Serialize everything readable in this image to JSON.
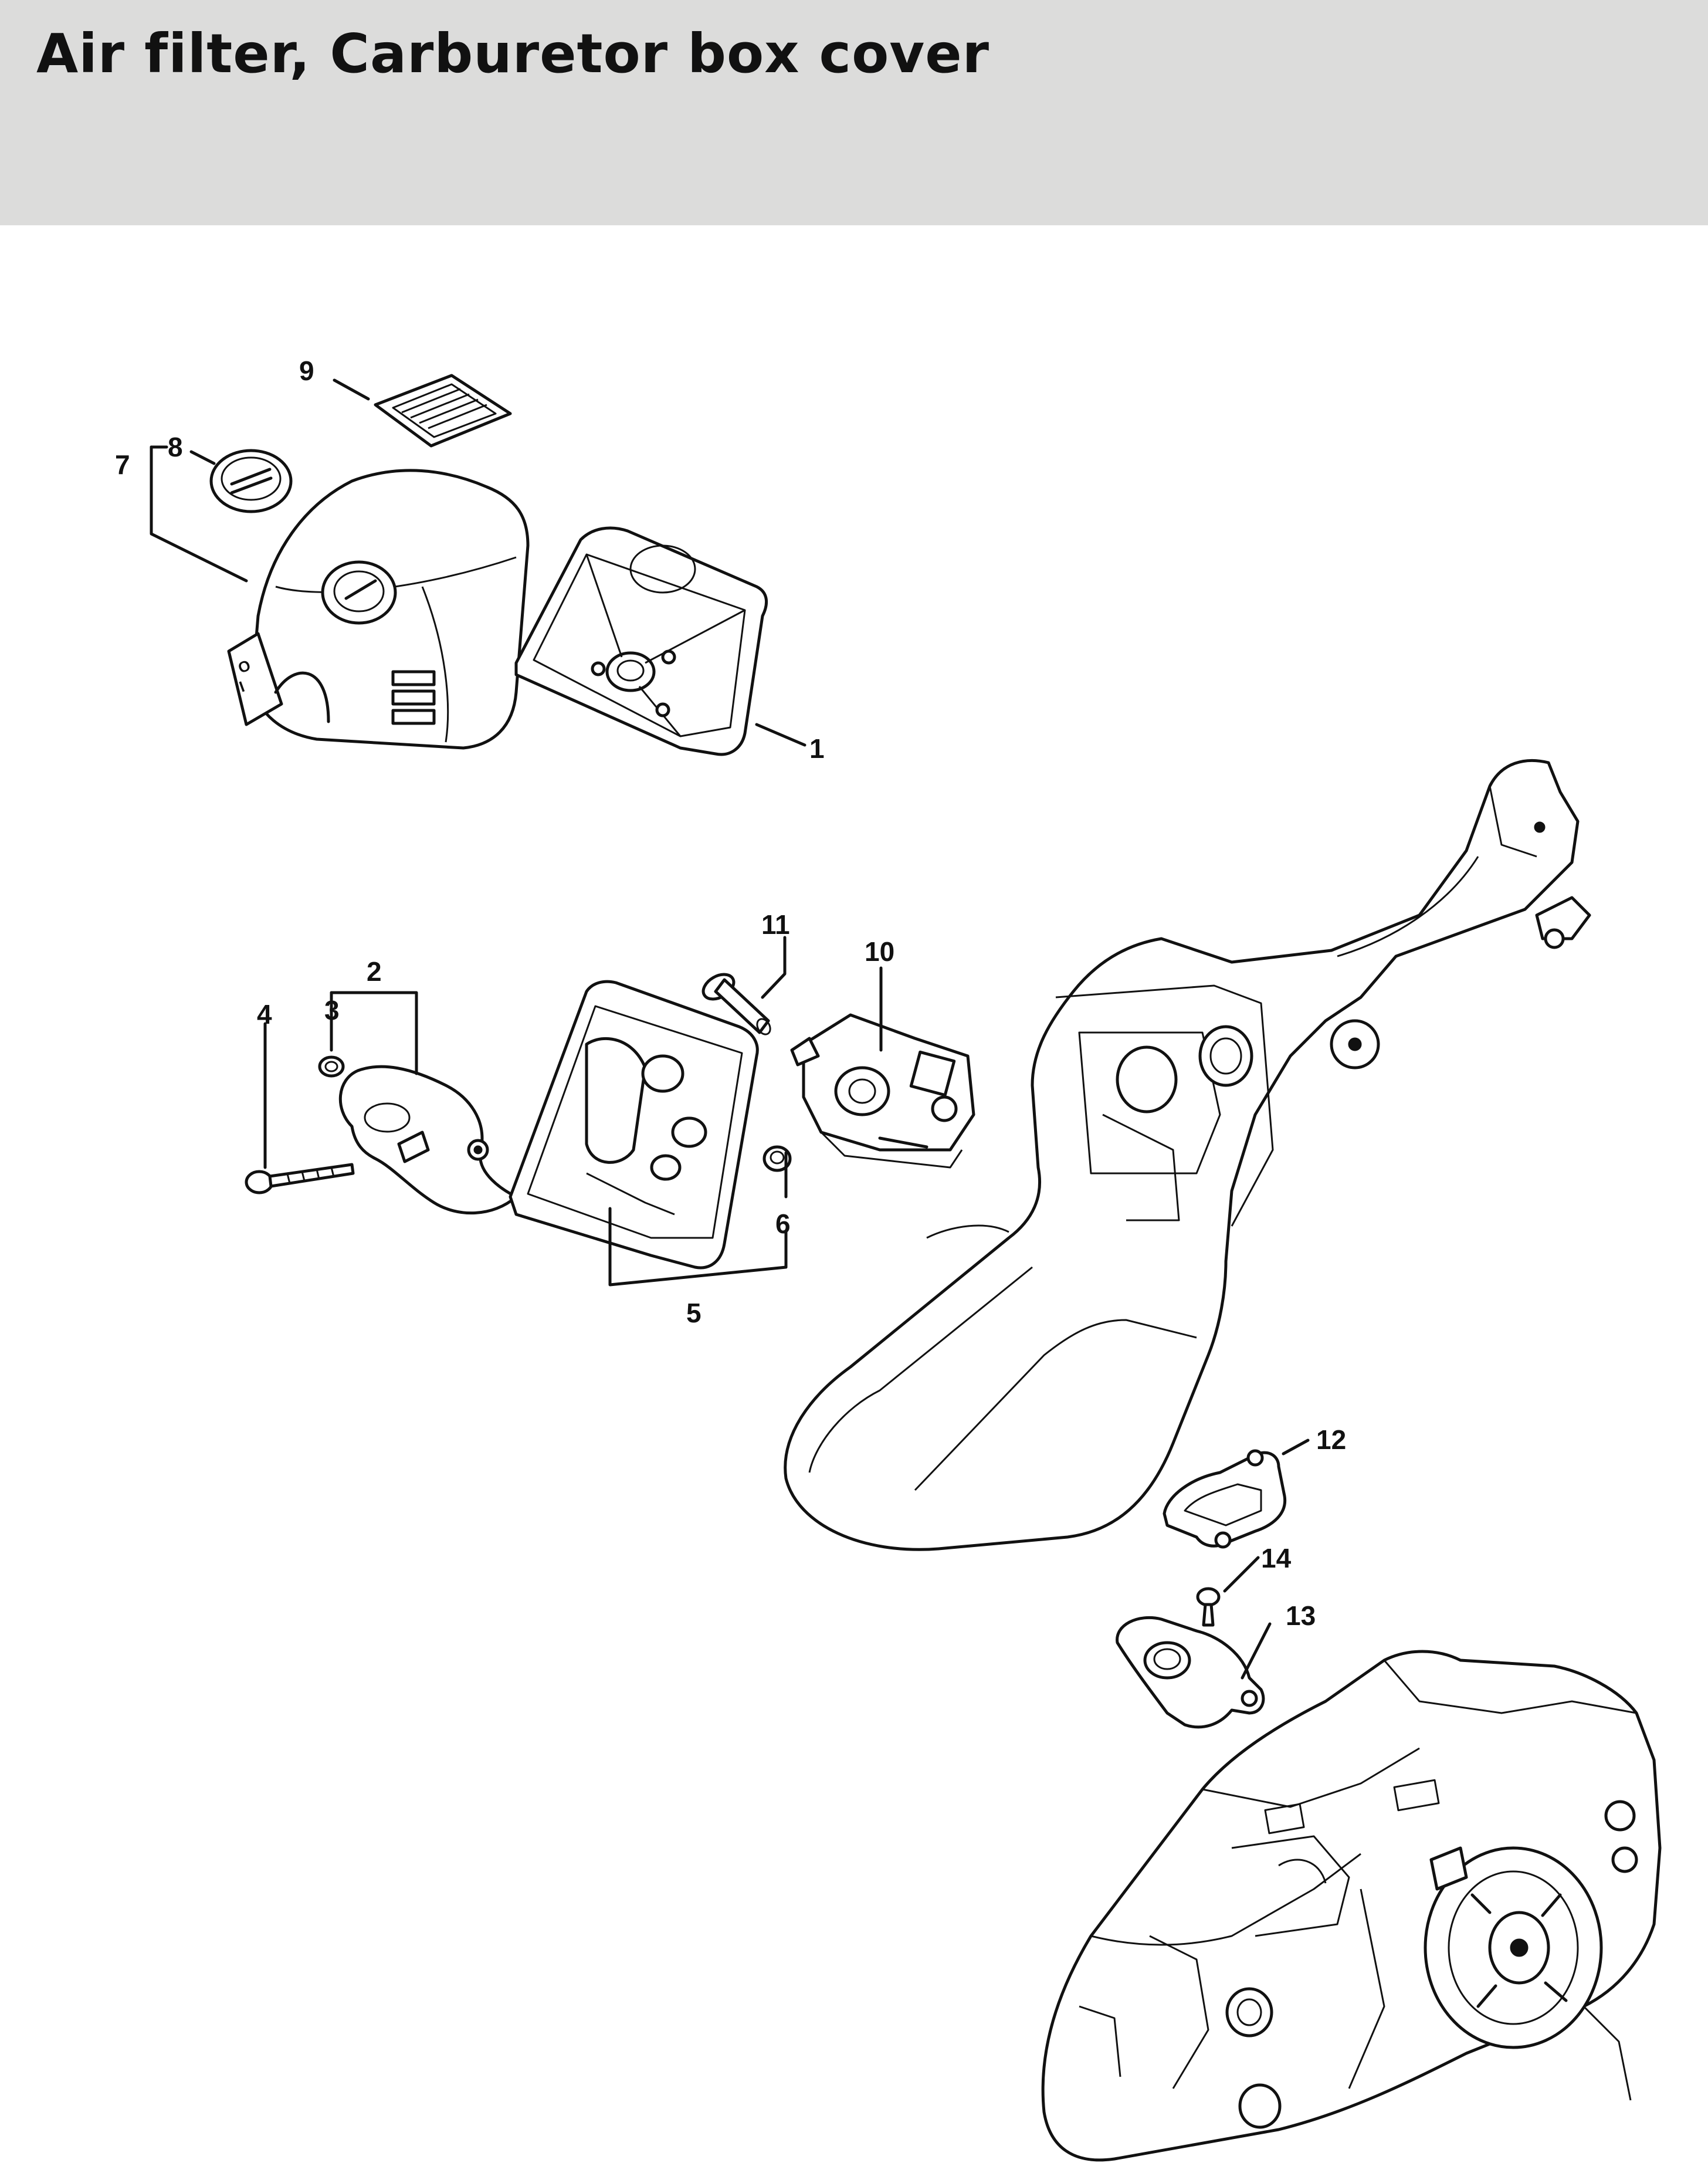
{
  "header": {
    "title": "Air filter, Carburetor box cover"
  },
  "callouts": [
    {
      "id": "1",
      "label": "1"
    },
    {
      "id": "2",
      "label": "2"
    },
    {
      "id": "3",
      "label": "3"
    },
    {
      "id": "4",
      "label": "4"
    },
    {
      "id": "5",
      "label": "5"
    },
    {
      "id": "6",
      "label": "6"
    },
    {
      "id": "7",
      "label": "7"
    },
    {
      "id": "8",
      "label": "8"
    },
    {
      "id": "9",
      "label": "9"
    },
    {
      "id": "10",
      "label": "10"
    },
    {
      "id": "11",
      "label": "11"
    },
    {
      "id": "12",
      "label": "12"
    },
    {
      "id": "13",
      "label": "13"
    },
    {
      "id": "14",
      "label": "14"
    }
  ]
}
